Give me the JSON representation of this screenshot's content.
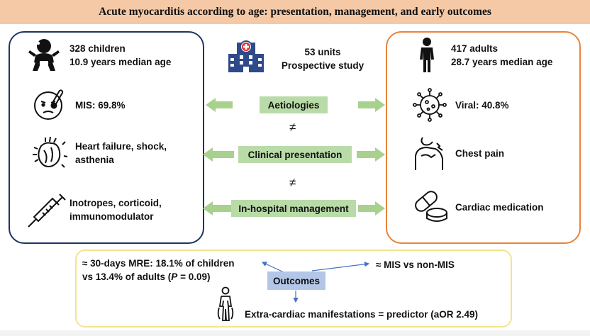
{
  "title": "Acute myocarditis according to age: presentation, management, and early outcomes",
  "center": {
    "units": "53 units",
    "study": "Prospective study",
    "labels": [
      "Aetiologies",
      "Clinical presentation",
      "In-hospital management"
    ],
    "neq_symbol": "≠"
  },
  "children": {
    "line1": "328 children",
    "line2": "10.9 years median age",
    "rows": [
      {
        "icon": "sick-face-thermometer-icon",
        "line1": "MIS: 69.8%",
        "line2": ""
      },
      {
        "icon": "heart-icon",
        "line1": "Heart failure, shock,",
        "line2": "asthenia"
      },
      {
        "icon": "syringe-icon",
        "line1": "Inotropes, corticoid,",
        "line2": "immunomodulator"
      }
    ]
  },
  "adults": {
    "line1": "417 adults",
    "line2": "28.7 years median age",
    "rows": [
      {
        "icon": "virus-icon",
        "line1": "Viral: 40.8%",
        "line2": ""
      },
      {
        "icon": "chest-pain-icon",
        "line1": "Chest pain",
        "line2": ""
      },
      {
        "icon": "pills-icon",
        "line1": "Cardiac medication",
        "line2": ""
      }
    ]
  },
  "outcomes": {
    "label": "Outcomes",
    "mre_line1": "≈ 30-days MRE: 18.1% of children",
    "mre_line2_prefix": "vs 13.4% of adults (",
    "mre_line2_p": "P",
    "mre_line2_suffix": " = 0.09)",
    "mis": "≈ MIS vs non-MIS",
    "extra": "Extra-cardiac manifestations = predictor (aOR 2.49)"
  },
  "colors": {
    "title_bg": "#f6c9a6",
    "children_border": "#1f3464",
    "adults_border": "#e8833a",
    "label_bg": "#b9dba8",
    "arrow": "#a9d18e",
    "outcomes_border": "#f3e48e",
    "outcomes_label_bg": "#b4c6e7",
    "connector": "#4472c4"
  }
}
